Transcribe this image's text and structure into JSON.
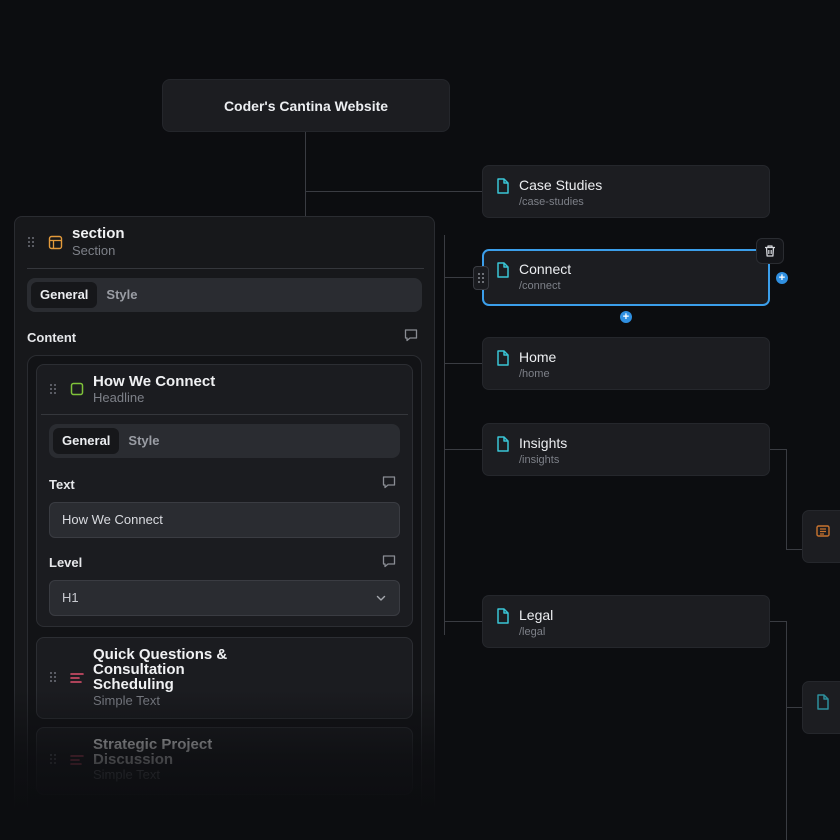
{
  "sitemap": {
    "root_title": "Coder's Cantina Website",
    "pages": [
      {
        "title": "Case Studies",
        "path": "/case-studies"
      },
      {
        "title": "Connect",
        "path": "/connect"
      },
      {
        "title": "Home",
        "path": "/home"
      },
      {
        "title": "Insights",
        "path": "/insights"
      },
      {
        "title": "Legal",
        "path": "/legal"
      }
    ],
    "accent_color": "#3b9eea",
    "page_icon_color": "#39c5d6",
    "plus_glyph": "+"
  },
  "panel": {
    "title": "section",
    "subtitle": "Section",
    "section_icon_color": "#e39a3b",
    "tabs": [
      "General",
      "Style"
    ],
    "content_label": "Content",
    "blocks": {
      "headline": {
        "title": "How We Connect",
        "type": "Headline",
        "icon_color": "#7fc23a",
        "tabs": [
          "General",
          "Style"
        ],
        "text_label": "Text",
        "text_value": "How We Connect",
        "level_label": "Level",
        "level_value": "H1"
      },
      "simple_text_1": {
        "title_lines": [
          "Quick Questions &",
          "Consultation",
          "Scheduling"
        ],
        "type": "Simple Text",
        "icon_color": "#e0506e"
      },
      "simple_text_2": {
        "title_lines": [
          "Strategic Project",
          "Discussion"
        ],
        "type": "Simple Text",
        "icon_color": "#e0506e"
      }
    }
  }
}
